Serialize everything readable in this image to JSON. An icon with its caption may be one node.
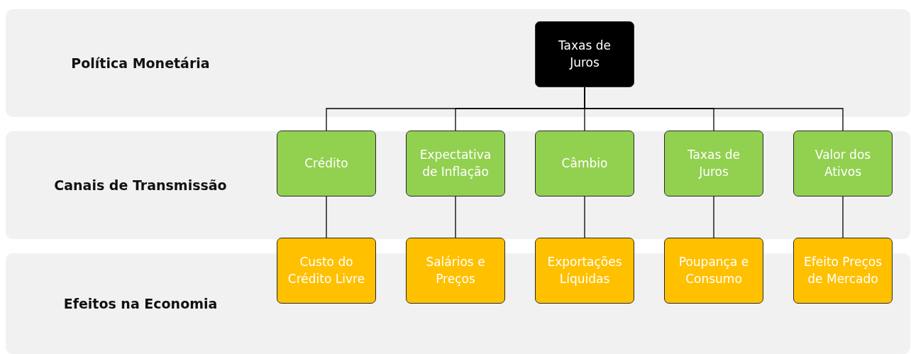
{
  "diagram": {
    "nodes": [
      {
        "text": [
          "Política Monetária"
        ]
      },
      {
        "text": [
          "Taxas de Juros"
        ],
        "in": 0
      },
      {
        "text": [
          "Canais de Transmissão"
        ]
      },
      {
        "text": [
          "Crédito"
        ],
        "in": 2
      },
      {
        "text": [
          "Expectativa de Inflação"
        ],
        "in": 2
      },
      {
        "text": [
          "Câmbio"
        ],
        "in": 2
      },
      {
        "text": [
          "Taxas de Juros"
        ],
        "in": 2
      },
      {
        "text": [
          "Valor dos Ativos"
        ],
        "in": 2
      },
      {
        "text": [
          "Efeitos na Economia"
        ]
      },
      {
        "text": [
          "Custo do Crédito Livre"
        ]
      },
      {
        "text": [
          "Salários e Preços"
        ]
      },
      {
        "text": [
          "Exportações Líquidas"
        ]
      },
      {
        "text": [
          "Poupança e Consumo"
        ]
      },
      {
        "text": [
          "Efeito Preços de Mercado"
        ]
      }
    ],
    "edges": [
      {
        "from": 1,
        "to": 3,
        "arrow": "none"
      },
      {
        "from": 1,
        "to": 4,
        "arrow": "none"
      },
      {
        "from": 1,
        "to": 5,
        "arrow": "none"
      },
      {
        "from": 1,
        "to": 6,
        "arrow": "none"
      },
      {
        "from": 1,
        "to": 7,
        "arrow": "none"
      },
      {
        "from": 3,
        "to": 9,
        "arrow": "none"
      },
      {
        "from": 4,
        "to": 10,
        "arrow": "none"
      },
      {
        "from": 5,
        "to": 11,
        "arrow": "none"
      },
      {
        "from": 6,
        "to": 12,
        "arrow": "none"
      },
      {
        "from": 7,
        "to": 13,
        "arrow": "none"
      }
    ]
  }
}
